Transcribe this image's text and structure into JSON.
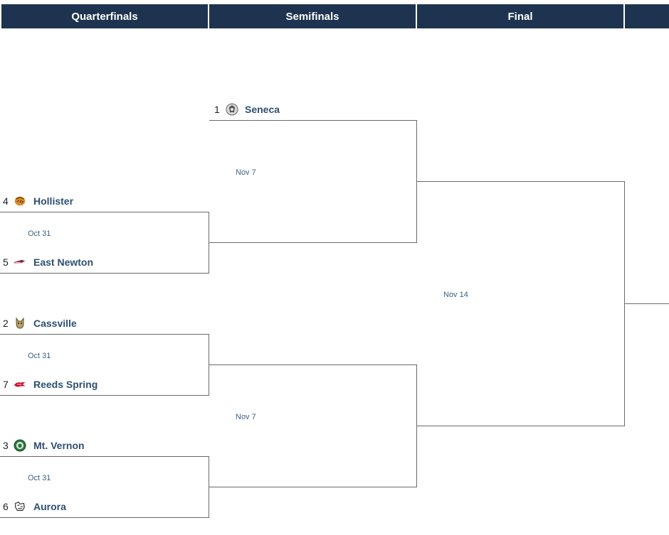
{
  "headers": [
    "Quarterfinals",
    "Semifinals",
    "Final"
  ],
  "teams": [
    {
      "seed": "1",
      "name": "Seneca",
      "icon": "seneca-logo-icon"
    },
    {
      "seed": "4",
      "name": "Hollister",
      "icon": "hollister-logo-icon"
    },
    {
      "seed": "5",
      "name": "East Newton",
      "icon": "east-newton-logo-icon"
    },
    {
      "seed": "2",
      "name": "Cassville",
      "icon": "cassville-logo-icon"
    },
    {
      "seed": "7",
      "name": "Reeds Spring",
      "icon": "reeds-spring-logo-icon"
    },
    {
      "seed": "3",
      "name": "Mt. Vernon",
      "icon": "mt-vernon-logo-icon"
    },
    {
      "seed": "6",
      "name": "Aurora",
      "icon": "aurora-logo-icon"
    }
  ],
  "dates": {
    "qf1": "Oct 31",
    "qf2": "Oct 31",
    "qf3": "Oct 31",
    "sf1": "Nov 7",
    "sf2": "Nov 7",
    "final": "Nov 14"
  },
  "colors": {
    "header_bg": "#1e3350",
    "team_text": "#2e4f72",
    "line": "#6a6a6a"
  }
}
